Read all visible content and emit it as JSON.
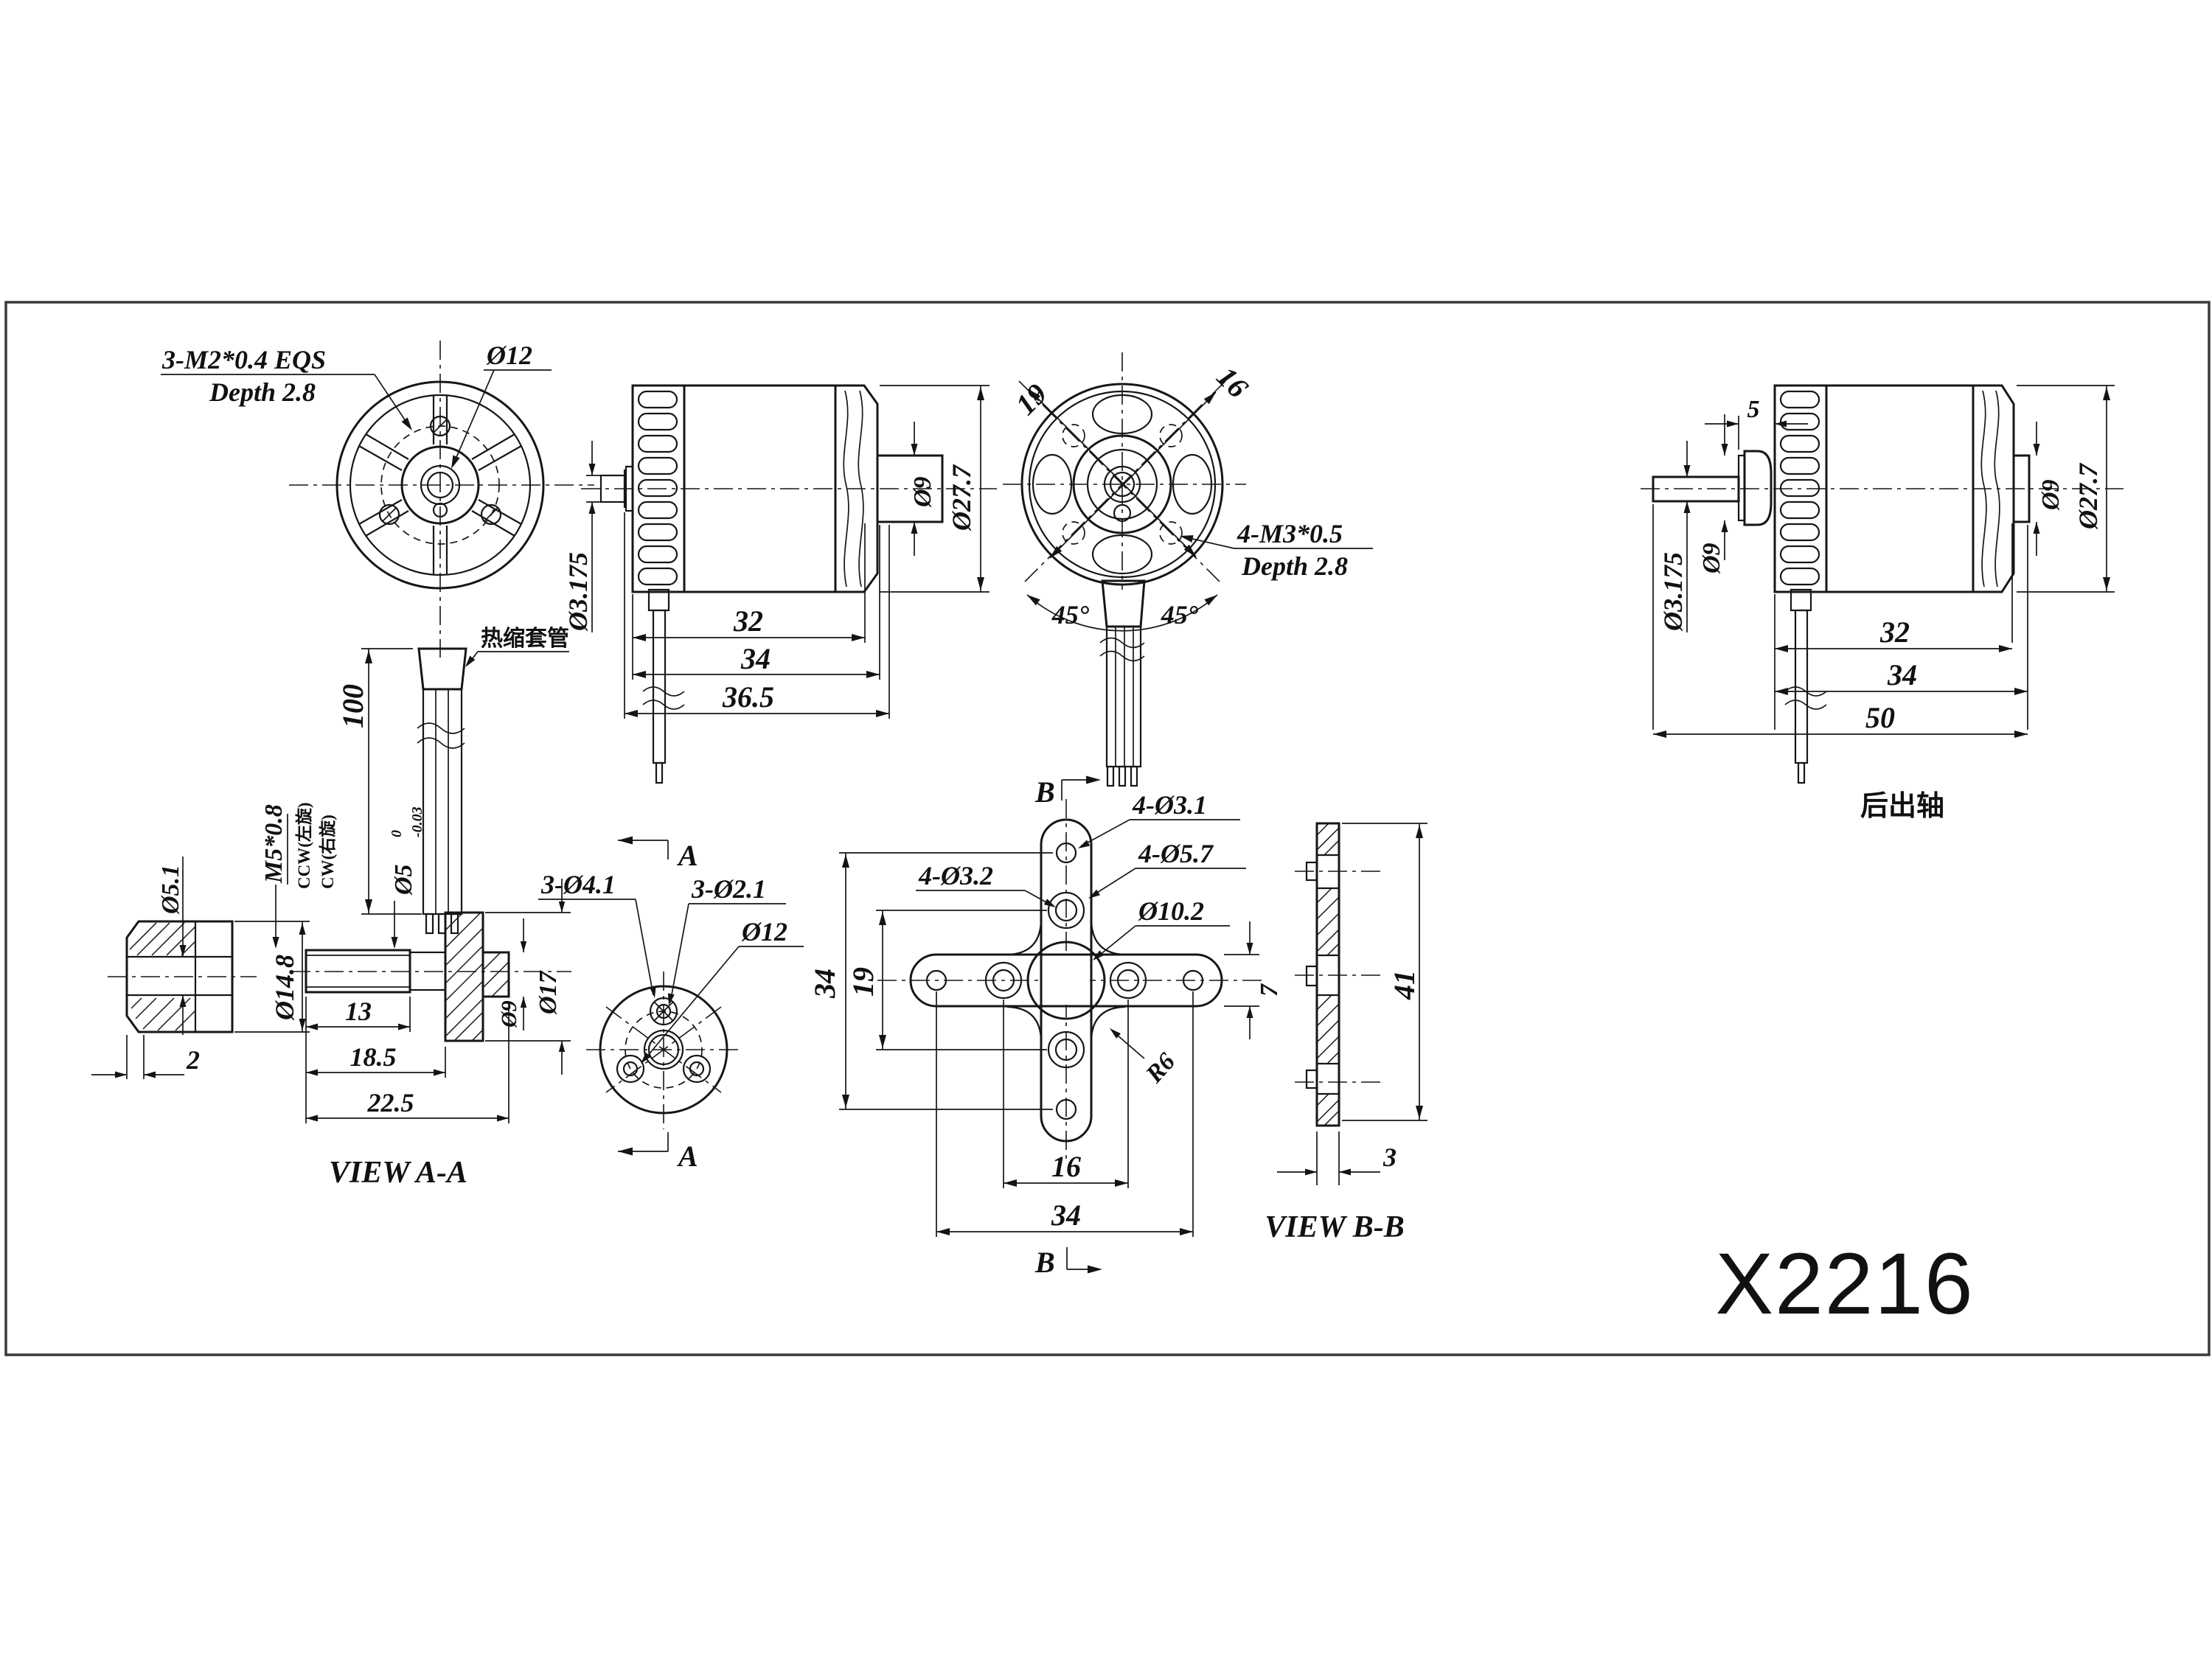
{
  "model": "X2216",
  "front_view": {
    "screw_note": "3-M2*0.4 EQS",
    "screw_depth": "Depth 2.8",
    "hub_diameter": "Ø12",
    "wire_length": "100",
    "sleeve_note": "热缩套管",
    "shaft_diameter": "Ø3.175"
  },
  "side_view": {
    "body_length": "32",
    "boss_length": "34",
    "overall_length": "36.5",
    "boss_diameter": "Ø9",
    "body_diameter": "Ø27.7"
  },
  "rear_view": {
    "diag_spacing_a": "19",
    "diag_spacing_b": "16",
    "mount_screw_note": "4-M3*0.5",
    "mount_screw_depth": "Depth 2.8",
    "angle_left": "45°",
    "angle_right": "45°"
  },
  "rear_shaft_view": {
    "collar_offset": "5",
    "collar_diameter": "Ø9",
    "shaft_diameter": "Ø3.175",
    "body_length": "32",
    "boss_length": "34",
    "overall_length": "50",
    "boss_diameter": "Ø9",
    "body_diameter": "Ø27.7",
    "caption": "后出轴"
  },
  "prop_nut": {
    "bore_diameter": "Ø5.1",
    "outer_diameter": "Ø14.8",
    "flange_width": "2"
  },
  "prop_adapter": {
    "thread_spec": "M5*0.8",
    "ccw_note": "CCW(左旋)",
    "cw_note": "CW(右旋)",
    "shaft_tol_base": "Ø5",
    "shaft_tol_upper": "0",
    "shaft_tol_lower": "-0.03",
    "thread_length": "13",
    "shoulder_length": "18.5",
    "total_length": "22.5",
    "hub_diameter": "Ø9",
    "flange_diameter": "Ø17",
    "caption": "VIEW A-A",
    "section_mark": "A",
    "mount_holes": "3-Ø4.1",
    "pilot_holes": "3-Ø2.1",
    "bolt_circle": "Ø12"
  },
  "mount": {
    "tip_holes": "4-Ø3.1",
    "counterbores": "4-Ø5.7",
    "screw_holes": "4-Ø3.2",
    "center_hole": "Ø10.2",
    "fillet_radius": "R6",
    "arm_width": "7",
    "screw_span_v": "19",
    "tip_span_v": "34",
    "screw_span_h": "16",
    "tip_span_h": "34",
    "section_mark": "B",
    "section_height": "41",
    "section_thickness": "3",
    "section_caption": "VIEW B-B"
  }
}
